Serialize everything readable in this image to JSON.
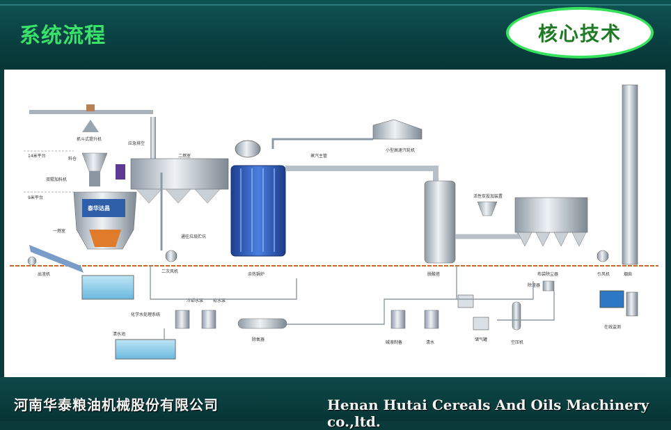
{
  "header": {
    "title": "系统流程",
    "badge": "核心技术"
  },
  "logo": {
    "text": "泰华达昌"
  },
  "diagram": {
    "labels": {
      "bucket_elevator": "抓斗式提升机",
      "emergency_exhaust": "应急排空",
      "platform_14m": "14米平台",
      "hopper": "料仓",
      "secondary_chamber": "二燃室",
      "dual_feeder": "双辊加料机",
      "platform_9m": "9米平台",
      "primary_chamber": "一燃室",
      "slag_remover": "出渣机",
      "secondary_fan": "二次风机",
      "ash_conveyor": "通往垃圾贮坑",
      "waste_heat_boiler": "余热锅炉",
      "steam_main": "蒸汽主管",
      "small_turbine": "小型高速汽轮机",
      "deacidification_tower": "脱酸塔",
      "activated_carbon": "活性炭投加装置",
      "bag_filter": "布袋除尘器",
      "induced_fan": "引风机",
      "chimney": "烟囱",
      "online_monitor": "在线监测",
      "cooling_pump": "冷却水泵",
      "soft_water_pump": "软水泵",
      "chem_water_system": "化学水处理系统",
      "clear_water_pool": "清水池",
      "deaerator": "除氧器",
      "alkali_prep": "碱液制备",
      "clear_water": "清水",
      "nitrogen_tank": "储气罐",
      "compressor": "空压机",
      "dust_collector": "除渣器"
    }
  },
  "footer": {
    "company_cn": "河南华泰粮油机械股份有限公司",
    "company_en": "Henan Hutai Cereals And Oils Machinery co.,ltd."
  }
}
